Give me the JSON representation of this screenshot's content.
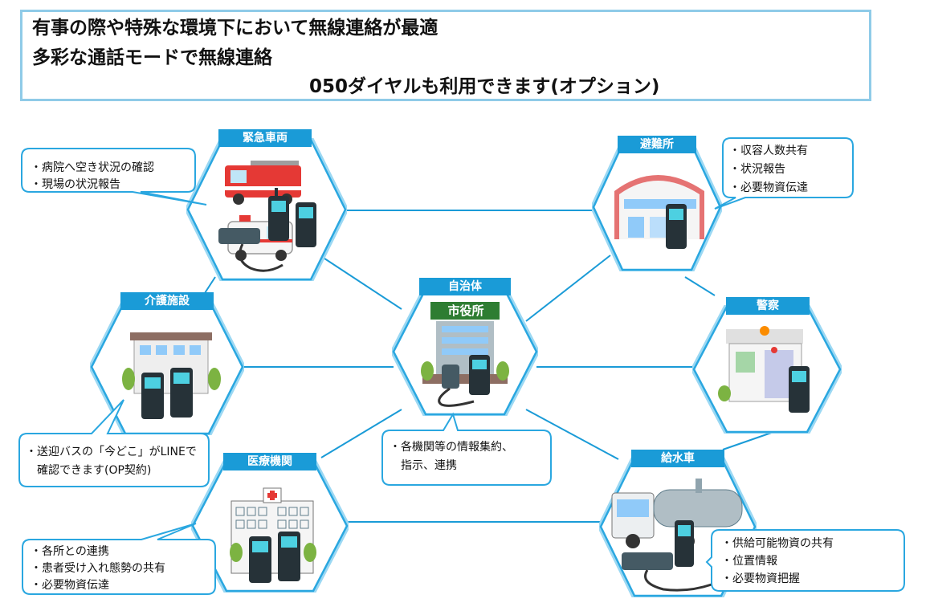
{
  "header": {
    "line1": "有事の際や特殊な環境下において無線連絡が最適",
    "line2": "多彩な通話モードで無線連絡",
    "line3": "050ダイヤルも利用できます(オプション)"
  },
  "colors": {
    "accent": "#1a9bd7",
    "hex_border": "#2aa7e0",
    "hex_glow": "#9bd8f3",
    "header_border": "#8fcbe8"
  },
  "nodes": {
    "emergency": {
      "label": "緊急車両",
      "notes": [
        "・病院へ空き状況の確認",
        "・現場の状況報告"
      ]
    },
    "shelter": {
      "label": "避難所",
      "notes": [
        "・収容人数共有",
        "・状況報告",
        "・必要物資伝達"
      ]
    },
    "care": {
      "label": "介護施設",
      "notes": [
        "・送迎バスの「今どこ」がLINEで",
        "　確認できます(OP契約)"
      ]
    },
    "city": {
      "label": "自治体",
      "sign": "市役所",
      "notes": [
        "・各機関等の情報集約、",
        "　指示、連携"
      ]
    },
    "police": {
      "label": "警察",
      "notes": []
    },
    "medical": {
      "label": "医療機関",
      "notes": [
        "・各所との連携",
        "・患者受け入れ態勢の共有",
        "・必要物資伝達"
      ]
    },
    "water": {
      "label": "給水車",
      "notes": [
        "・供給可能物資の共有",
        "・位置情報",
        "・必要物資把握"
      ]
    }
  }
}
